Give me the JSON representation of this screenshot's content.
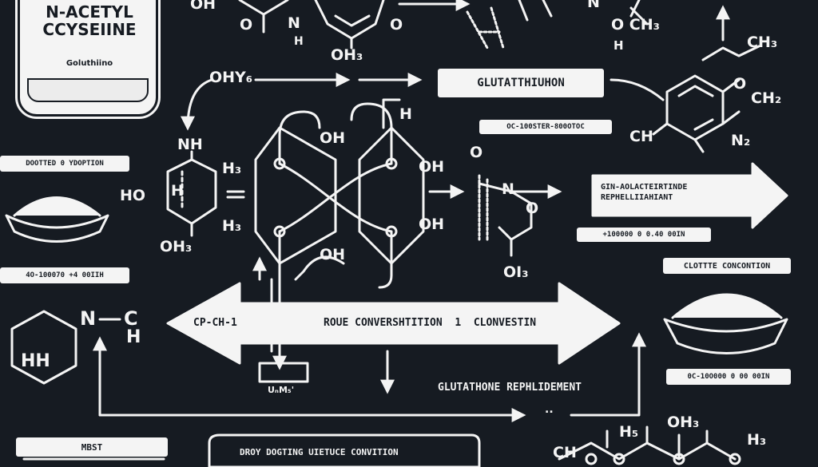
{
  "bottle": {
    "title": "N-ACETYL\nCCYSEIINE",
    "subtitle": "Goluthiino"
  },
  "labels": {
    "box_glutathione": "GLUTATTHIUHON",
    "box_dosing": "DOOTTED 0 YDOPTION",
    "box_small_top": "OC-100STER-800OTOC",
    "box_replenishment": "GIN-AOLACTEIRTINDE\nREPHELLIIAHIANT",
    "box_mid_right": "+100000 0 0.40 00IN",
    "box_left_mid": "4O-100070 +4 00IIH",
    "box_conc": "CLOTTTE CONCONTION",
    "box_right_low": "0C-10O000 0 00 00IN",
    "box_mbst": "MBST",
    "box_bottom": "DROY DOGTING UIETUCE CONVITION",
    "arrow_left_text": "CP-CH-1",
    "arrow_right_text": "ROUE CONVERSHTITION  1  CLONVESTIN",
    "glut_repl": "GLUTATHONE REPHLIDEMENT",
    "hex_text": "HH",
    "dots": "..",
    "um_label": "UₙM₅'"
  },
  "atoms": {
    "oh_top_left": "OH",
    "o_top1": "O",
    "n_top": "N",
    "h_top": "H",
    "oh3_top": "OH₃",
    "o_top2": "O",
    "n_top_right": "N",
    "o_ch3": "O CH₃",
    "h_top_right": "H",
    "ohy": "OHY₆",
    "nh": "NH",
    "ho_left": "HO",
    "h_left": "H",
    "h3_ring": "H₃",
    "h3_ring2": "H₃",
    "oh_ring_top": "OH",
    "h_hook": "H",
    "oh_ring_right": "OH",
    "oh_ring_right2": "OH",
    "oh3_bottom": "OH₃",
    "oh_bottom": "OH",
    "o_right1": "O",
    "n_right": "N",
    "o_right2": "O",
    "oi3_right": "OI₃",
    "ch_right": "CH",
    "ch3_right": "CH₃",
    "o_right3": "O",
    "ch2_right": "CH₂",
    "n2_right": "N₂",
    "n_left": "N",
    "c_left": "C",
    "h_left2": "H",
    "h5_bottom": "H₅",
    "oh3_bottom2": "OH₃",
    "h3_bottom": "H₃",
    "ch_bottom": "CH"
  },
  "colors": {
    "background": "#161b22",
    "foreground": "#f4f4f4"
  }
}
